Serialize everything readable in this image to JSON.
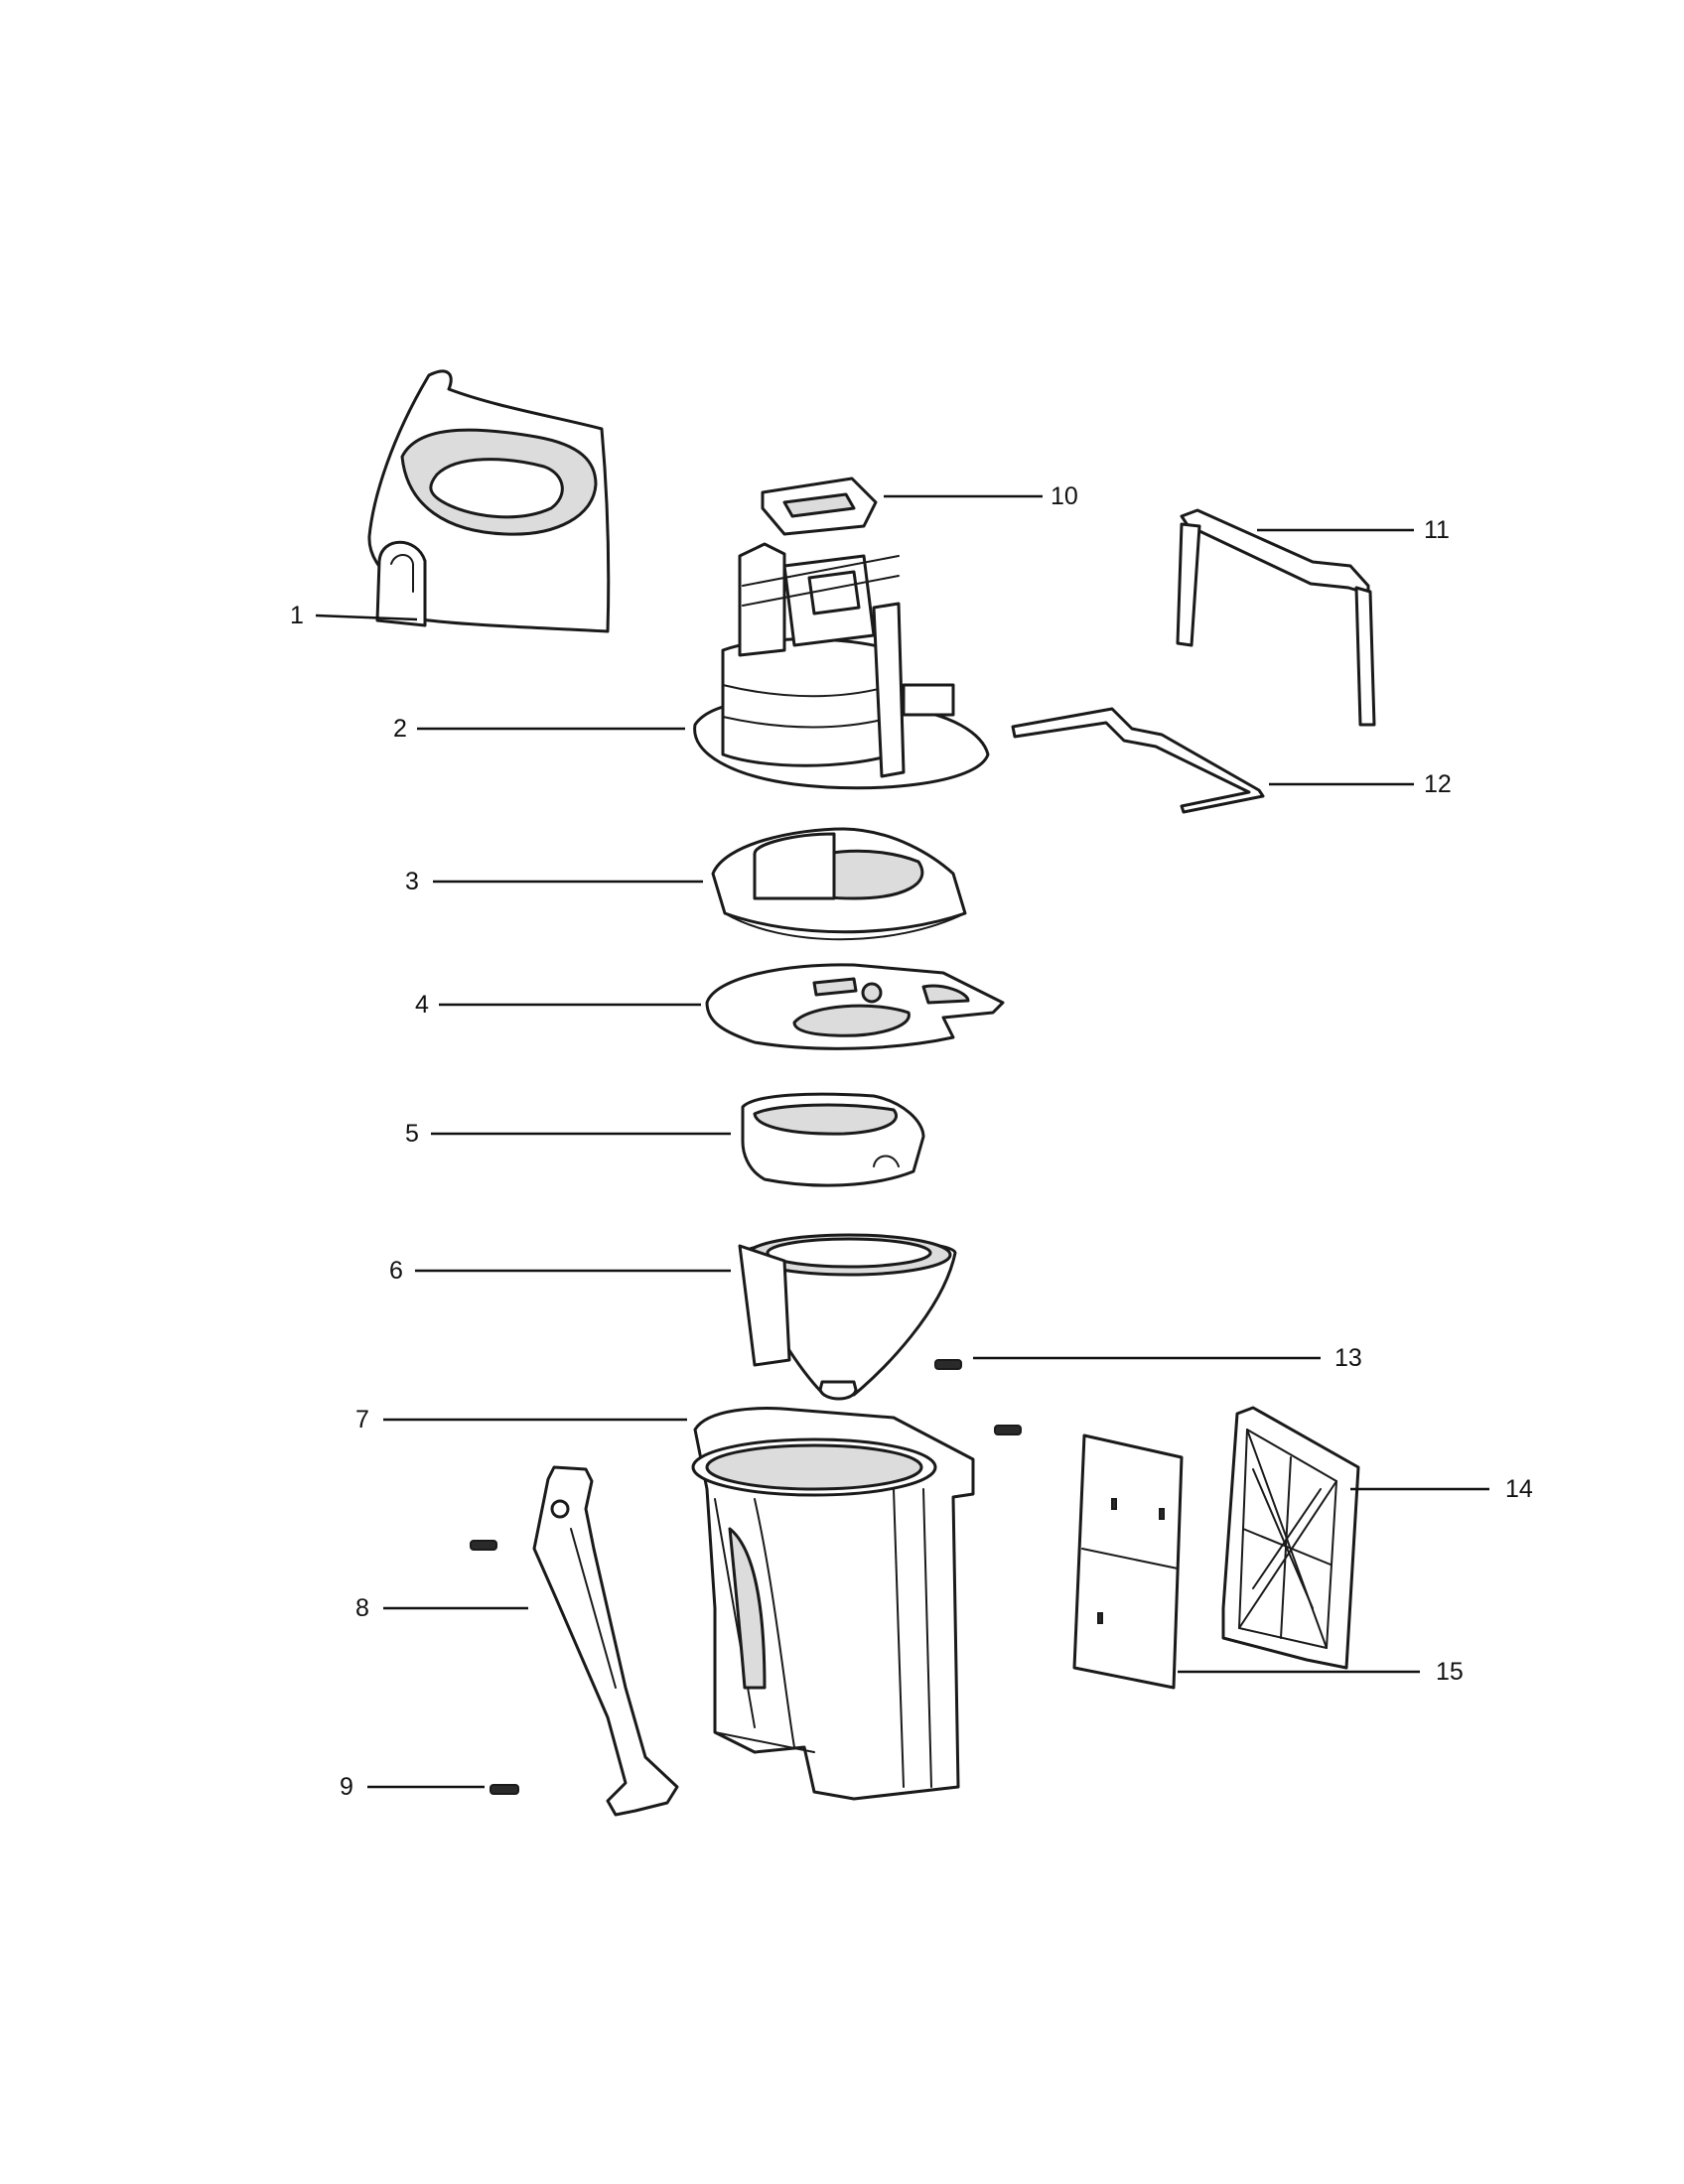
{
  "callouts": [
    {
      "number": "1"
    },
    {
      "number": "2"
    },
    {
      "number": "3"
    },
    {
      "number": "4"
    },
    {
      "number": "5"
    },
    {
      "number": "6"
    },
    {
      "number": "7"
    },
    {
      "number": "8"
    },
    {
      "number": "9"
    },
    {
      "number": "10"
    },
    {
      "number": "11"
    },
    {
      "number": "12"
    },
    {
      "number": "13"
    },
    {
      "number": "14"
    },
    {
      "number": "15"
    }
  ],
  "colors": {
    "line": "#1a1a1a",
    "background": "#ffffff",
    "shade": "#dcdcdc"
  }
}
